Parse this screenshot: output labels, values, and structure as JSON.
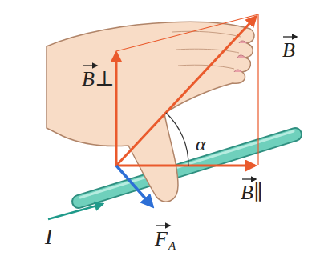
{
  "diagram": {
    "labels": [
      "B",
      "B⊥",
      "α",
      "B∥",
      "I",
      "F",
      "A"
    ]
  }
}
